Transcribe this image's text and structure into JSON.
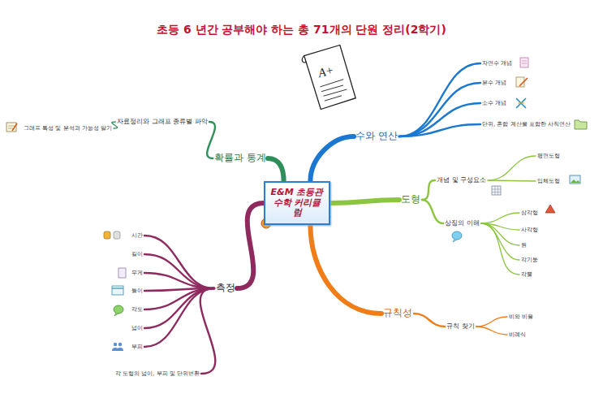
{
  "diagram": {
    "title": "초등 6 년간 공부해야 하는 총 71개의 단원 정리(2학기)",
    "nodes": [
      {
        "text": [
          "E&M 초등관 수학 커리큘럼"
        ]
      },
      {
        "text": [
          "수와 연산"
        ]
      },
      {
        "text": [
          "자연수 개념"
        ]
      },
      {
        "text": [
          "분수 개념"
        ]
      },
      {
        "text": [
          "소수 개념"
        ]
      },
      {
        "text": [
          "단위, 혼합 계산을 포함한 사칙연산"
        ]
      },
      {
        "text": [
          "도형"
        ]
      },
      {
        "text": [
          "개념 및 구성요소"
        ]
      },
      {
        "text": [
          "평면도형"
        ]
      },
      {
        "text": [
          "입체도형"
        ]
      },
      {
        "text": [
          "상징의 이해"
        ]
      },
      {
        "text": [
          "삼각형"
        ]
      },
      {
        "text": [
          "사각형"
        ]
      },
      {
        "text": [
          "원"
        ]
      },
      {
        "text": [
          "각기둥"
        ]
      },
      {
        "text": [
          "각뿔"
        ]
      },
      {
        "text": [
          "규칙성"
        ]
      },
      {
        "text": [
          "규칙 찾기"
        ]
      },
      {
        "text": [
          "비와 비율"
        ]
      },
      {
        "text": [
          "비례식"
        ]
      },
      {
        "text": [
          "측정"
        ]
      },
      {
        "text": [
          "시간"
        ]
      },
      {
        "text": [
          "길이"
        ]
      },
      {
        "text": [
          "무게"
        ]
      },
      {
        "text": [
          "들이"
        ]
      },
      {
        "text": [
          "각도"
        ]
      },
      {
        "text": [
          "넓이"
        ]
      },
      {
        "text": [
          "부피"
        ]
      },
      {
        "text": [
          "각 도형의 넓이, 부피 및 단위변환"
        ]
      },
      {
        "text": [
          "확률과 통계"
        ]
      },
      {
        "text": [
          "자료정리와 그래프 종류별 파악"
        ]
      },
      {
        "text": [
          "그래프 특성 및 분석과 가능성 알기"
        ]
      }
    ],
    "edges": [
      {
        "from": 0,
        "to": 1,
        "arrow": "none"
      },
      {
        "from": 1,
        "to": 2,
        "arrow": "none"
      },
      {
        "from": 1,
        "to": 3,
        "arrow": "none"
      },
      {
        "from": 1,
        "to": 4,
        "arrow": "none"
      },
      {
        "from": 1,
        "to": 5,
        "arrow": "none"
      },
      {
        "from": 0,
        "to": 6,
        "arrow": "none"
      },
      {
        "from": 6,
        "to": 7,
        "arrow": "none"
      },
      {
        "from": 7,
        "to": 8,
        "arrow": "none"
      },
      {
        "from": 7,
        "to": 9,
        "arrow": "none"
      },
      {
        "from": 6,
        "to": 10,
        "arrow": "none"
      },
      {
        "from": 10,
        "to": 11,
        "arrow": "none"
      },
      {
        "from": 10,
        "to": 12,
        "arrow": "none"
      },
      {
        "from": 10,
        "to": 13,
        "arrow": "none"
      },
      {
        "from": 10,
        "to": 14,
        "arrow": "none"
      },
      {
        "from": 10,
        "to": 15,
        "arrow": "none"
      },
      {
        "from": 0,
        "to": 16,
        "arrow": "none"
      },
      {
        "from": 16,
        "to": 17,
        "arrow": "none"
      },
      {
        "from": 17,
        "to": 18,
        "arrow": "none"
      },
      {
        "from": 17,
        "to": 19,
        "arrow": "none"
      },
      {
        "from": 0,
        "to": 20,
        "arrow": "none"
      },
      {
        "from": 20,
        "to": 21,
        "arrow": "none"
      },
      {
        "from": 20,
        "to": 22,
        "arrow": "none"
      },
      {
        "from": 20,
        "to": 23,
        "arrow": "none"
      },
      {
        "from": 20,
        "to": 24,
        "arrow": "none"
      },
      {
        "from": 20,
        "to": 25,
        "arrow": "none"
      },
      {
        "from": 20,
        "to": 26,
        "arrow": "none"
      },
      {
        "from": 20,
        "to": 27,
        "arrow": "none"
      },
      {
        "from": 20,
        "to": 28,
        "arrow": "none"
      },
      {
        "from": 0,
        "to": 29,
        "arrow": "none"
      },
      {
        "from": 29,
        "to": 30,
        "arrow": "none"
      },
      {
        "from": 30,
        "to": 31,
        "arrow": "none"
      }
    ],
    "labels": [
      "A+"
    ]
  }
}
